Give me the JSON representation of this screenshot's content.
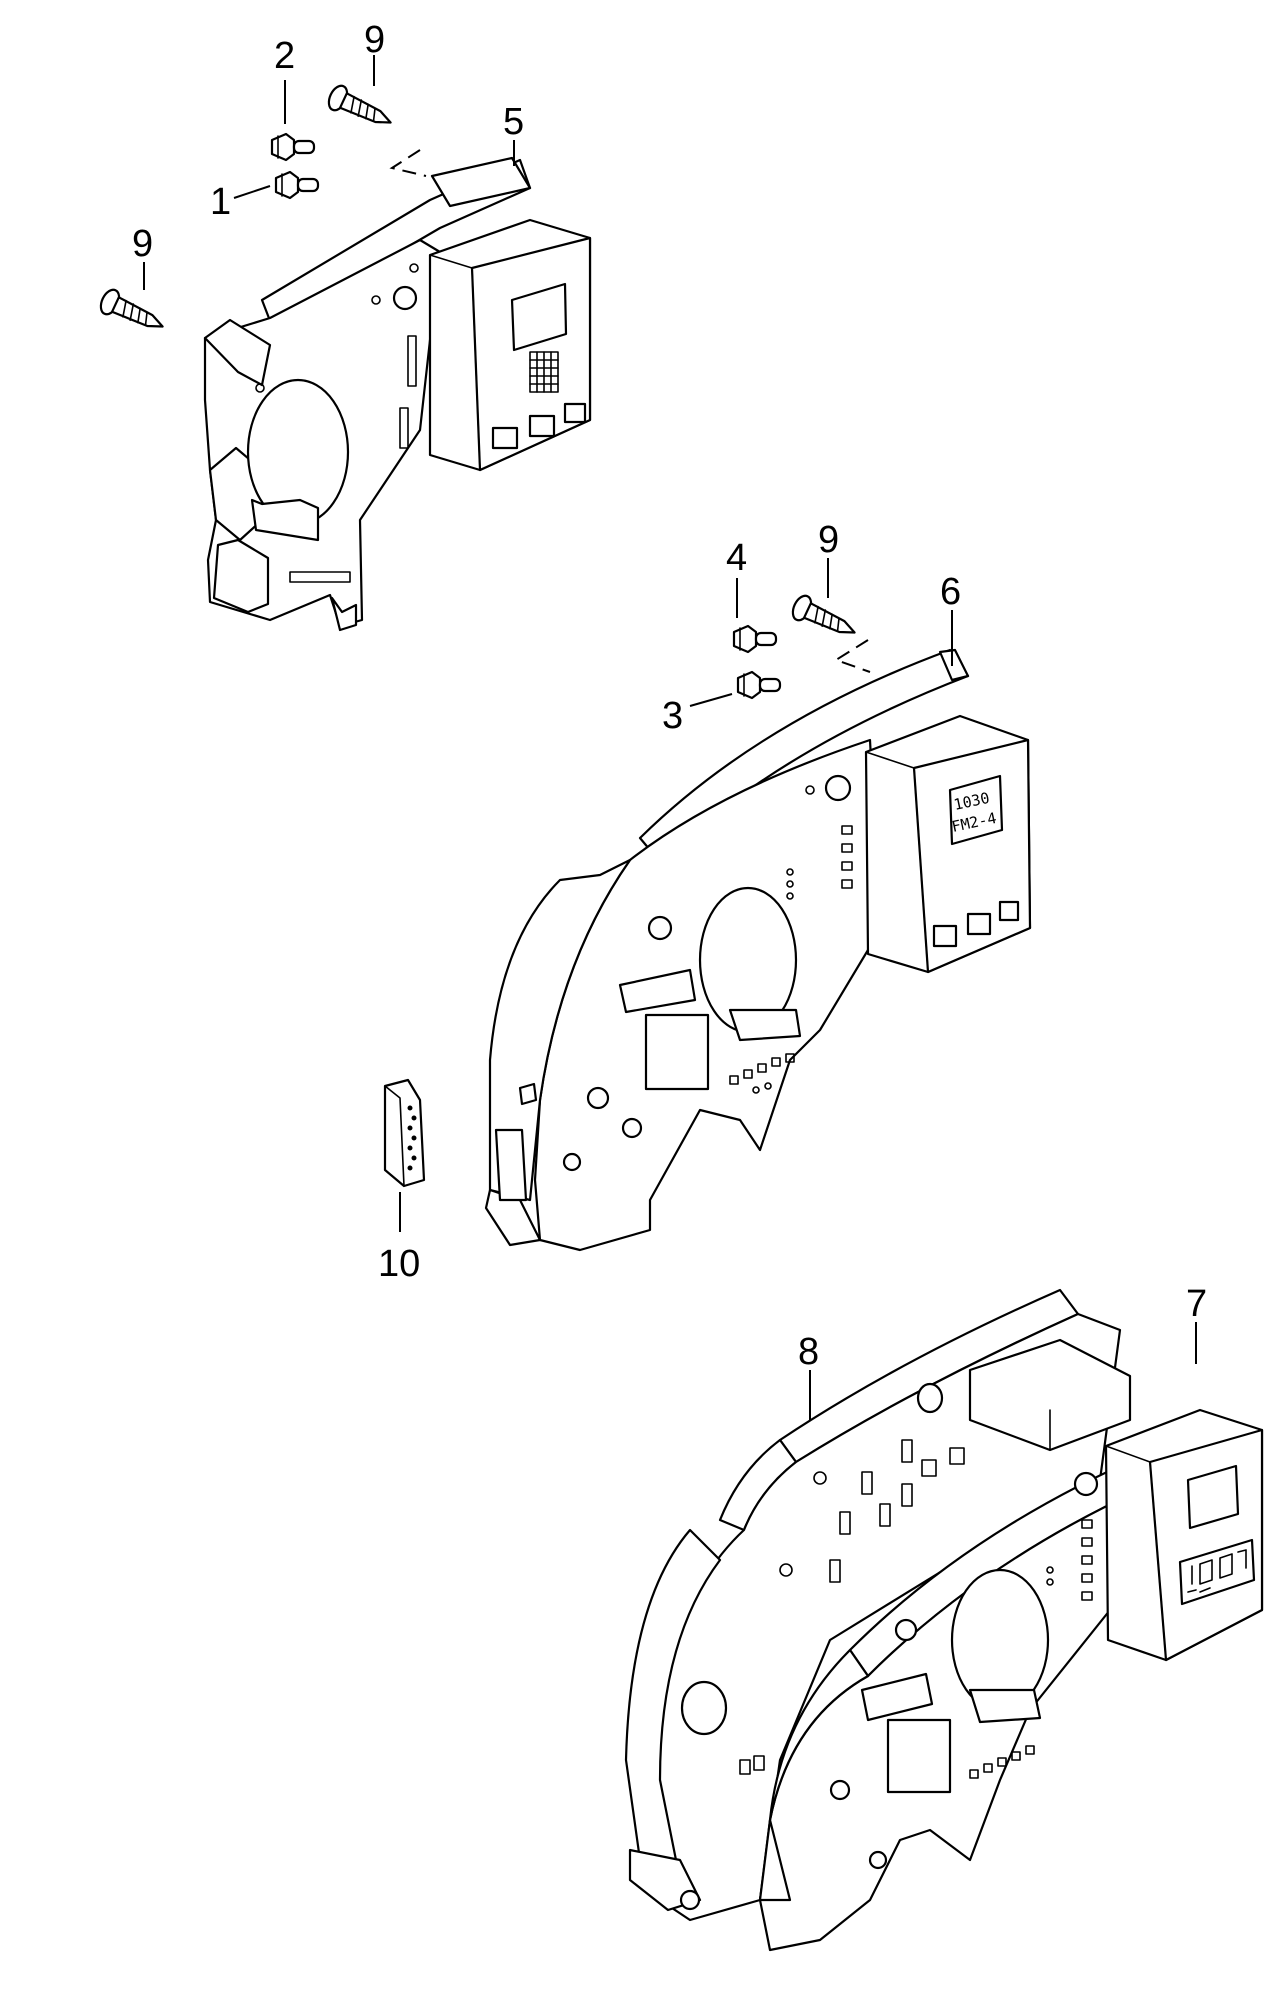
{
  "callouts": {
    "c1": "1",
    "c2": "2",
    "c3": "3",
    "c4": "4",
    "c5": "5",
    "c6": "6",
    "c7": "7",
    "c8": "8",
    "c9a": "9",
    "c9b": "9",
    "c9c": "9",
    "c10": "10"
  },
  "display_cluster_6": {
    "line1": "1030",
    "line2": "FM2-4"
  }
}
